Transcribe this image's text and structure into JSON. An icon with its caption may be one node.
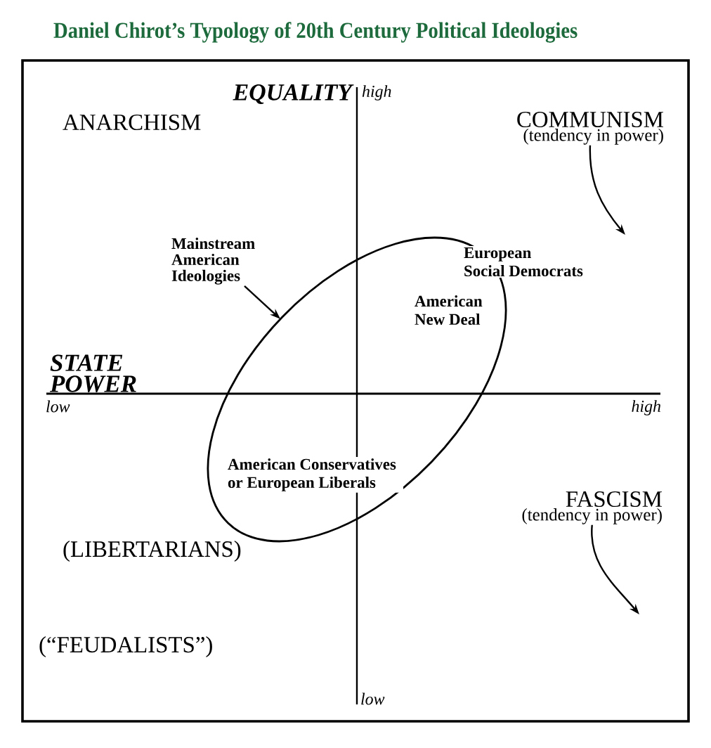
{
  "diagram": {
    "title": "Daniel Chirot’s Typology of 20th Century Political Ideologies",
    "nodes": [
      {
        "text": [
          "COMMUNISM",
          "(tendency in power)"
        ]
      },
      {
        "text": [
          "Mainstream American Ideologies"
        ]
      },
      {
        "text": [
          "European Social Democrats",
          "American New Deal",
          "American Conservatives or European Liberals"
        ]
      },
      {
        "text": [
          "FASCISM",
          "(tendency in power)"
        ]
      }
    ],
    "edges": [
      {
        "from": 0,
        "to": null,
        "arrow": "to"
      },
      {
        "from": 1,
        "to": 2,
        "arrow": "to"
      },
      {
        "from": 3,
        "to": null,
        "arrow": "to"
      }
    ],
    "labels": [
      "EQUALITY",
      "high",
      "ANARCHISM",
      "STATE POWER",
      "low",
      "high",
      "(LIBERTARIANS)",
      "(“FEUDALISTS”)",
      "low"
    ]
  }
}
